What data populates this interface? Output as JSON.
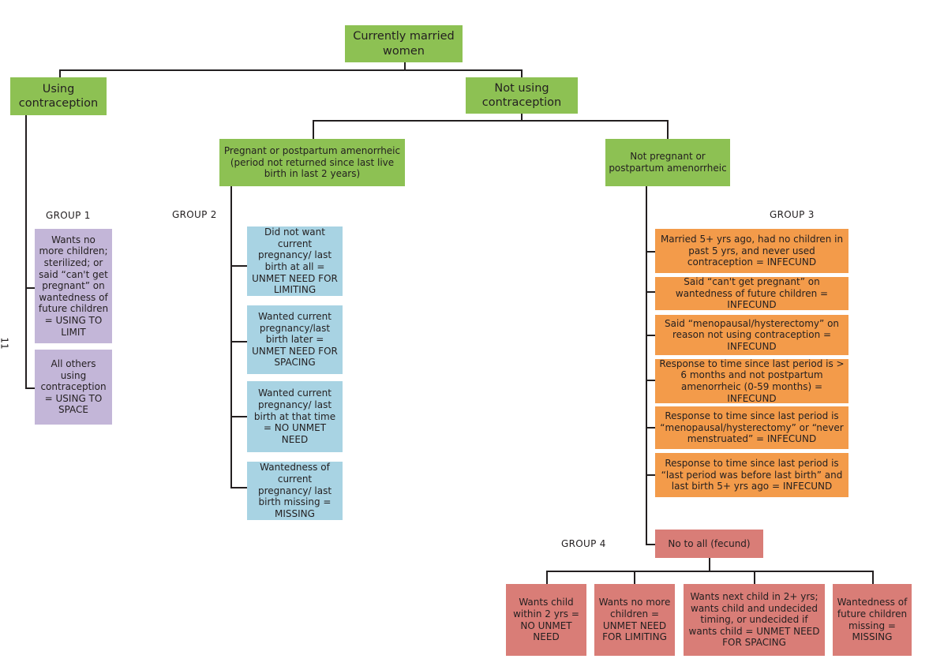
{
  "root": "Currently married women",
  "using": "Using contraception",
  "not_using": "Not using contraception",
  "pregnant": "Pregnant or postpartum amenorrheic (period not returned since last live birth in last 2 years)",
  "not_pregnant": "Not pregnant or postpartum amenorrheic",
  "groups": {
    "g1": "GROUP 1",
    "g2": "GROUP 2",
    "g3": "GROUP 3",
    "g4": "GROUP 4"
  },
  "group1": [
    "Wants no more children; sterilized; or said “can't get pregnant” on wantedness of future children = USING TO LIMIT",
    "All others using contraception = USING TO SPACE"
  ],
  "group2": [
    "Did not want current pregnancy/ last birth at all = UNMET NEED FOR LIMITING",
    "Wanted current pregnancy/last birth later = UNMET NEED FOR SPACING",
    "Wanted current pregnancy/ last birth at that time = NO UNMET NEED",
    "Wantedness of current pregnancy/ last birth missing = MISSING"
  ],
  "group3": [
    "Married 5+ yrs ago, had no children in past 5 yrs, and never used contraception = INFECUND",
    "Said “can't get pregnant” on wantedness of future children = INFECUND",
    "Said “menopausal/hysterectomy” on reason not using contraception = INFECUND",
    "Response to time since last period is > 6 months and not postpartum amenorrheic (0-59 months) = INFECUND",
    "Response to time since last period is “menopausal/hysterectomy” or “never menstruated” = INFECUND",
    "Response to time since last period is “last period was before last birth” and last birth 5+ yrs ago = INFECUND"
  ],
  "fecund": "No to all (fecund)",
  "group4": [
    "Wants child within 2 yrs = NO UNMET NEED",
    "Wants no more children = UNMET NEED FOR LIMITING",
    "Wants next child in 2+ yrs; wants child and undecided timing, or undecided if wants child = UNMET NEED FOR SPACING",
    "Wantedness of future children missing = MISSING"
  ],
  "page_number": "11",
  "colors": {
    "green": "#8dc153",
    "purple": "#c3b6d8",
    "blue": "#a8d3e3",
    "orange": "#f39b4a",
    "red": "#d97d77",
    "line": "#231f20"
  }
}
